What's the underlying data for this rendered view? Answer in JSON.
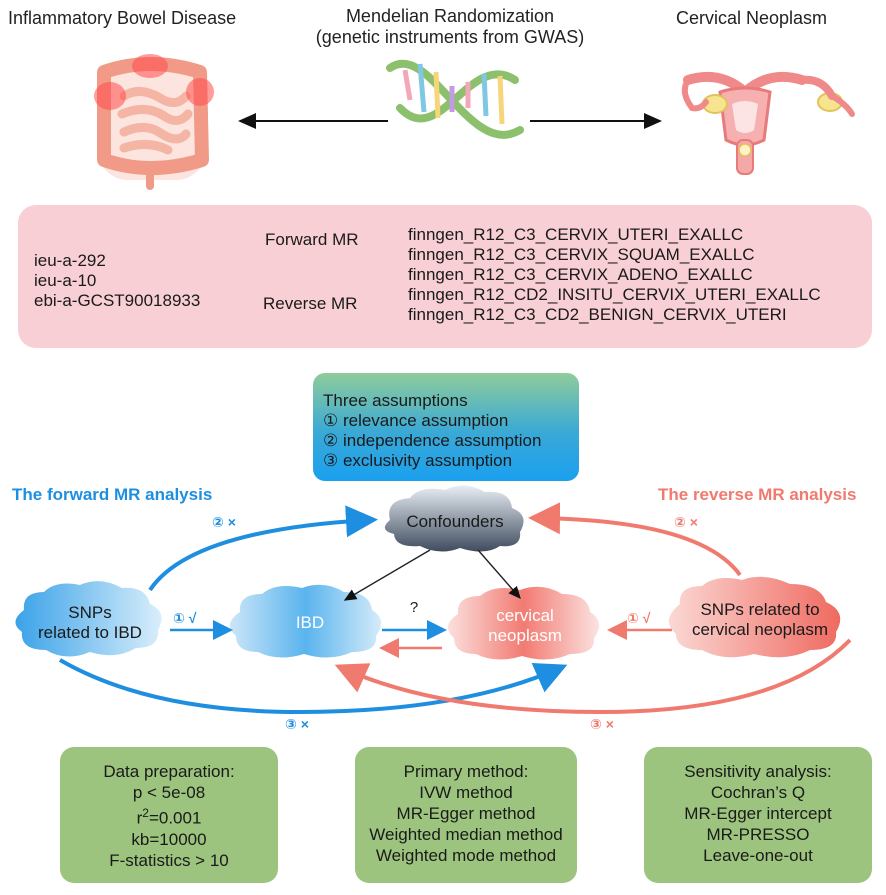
{
  "header": {
    "left": "Inflammatory Bowel Disease",
    "center_line1": "Mendelian Randomization",
    "center_line2": "(genetic instruments from GWAS)",
    "right": "Cervical Neoplasm"
  },
  "datasets": {
    "ibd_ids": [
      "ieu-a-292",
      "ieu-a-10",
      "ebi-a-GCST90018933"
    ],
    "forward_label": "Forward MR",
    "reverse_label": "Reverse MR",
    "cervical_ids": [
      "finngen_R12_C3_CERVIX_UTERI_EXALLC",
      "finngen_R12_C3_CERVIX_SQUAM_EXALLC",
      "finngen_R12_C3_CERVIX_ADENO_EXALLC",
      "finngen_R12_CD2_INSITU_CERVIX_UTERI_EXALLC",
      "finngen_R12_C3_CD2_BENIGN_CERVIX_UTERI"
    ]
  },
  "assumptions": {
    "title": "Three assumptions",
    "items": [
      "① relevance assumption",
      "② independence assumption",
      "③ exclusivity assumption"
    ]
  },
  "analysis": {
    "forward_title": "The forward MR analysis",
    "reverse_title": "The reverse MR analysis",
    "confounders": "Confounders",
    "ibd": "IBD",
    "cervical_line1": "cervical",
    "cervical_line2": "neoplasm",
    "snps_ibd_line1": "SNPs",
    "snps_ibd_line2": "related to IBD",
    "snps_cerv_line1": "SNPs  related to",
    "snps_cerv_line2": "cervical neoplasm",
    "question": "?",
    "mark1_left": "① √",
    "mark2_left": "② ×",
    "mark3_left": "③ ×",
    "mark1_right": "① √",
    "mark2_right": "② ×",
    "mark3_right": "③ ×"
  },
  "methods": {
    "data_prep": {
      "title": "Data preparation:",
      "p": "p < 5e-08",
      "r2_prefix": "r",
      "r2_sup": "2",
      "r2_value": "=0.001",
      "kb": "kb=10000",
      "f": "F-statistics > 10"
    },
    "primary": {
      "title": "Primary method:",
      "items": [
        "IVW method",
        "MR-Egger method",
        "Weighted median method",
        "Weighted mode method"
      ]
    },
    "sensitivity": {
      "title": "Sensitivity analysis:",
      "items": [
        "Cochran’s Q",
        "MR-Egger intercept",
        "MR-PRESSO",
        "Leave-one-out"
      ]
    }
  },
  "colors": {
    "blue": "#1e8fe0",
    "red": "#f07a6e",
    "pink_box": "#f8cfd4",
    "green_box": "#9cc47e"
  }
}
